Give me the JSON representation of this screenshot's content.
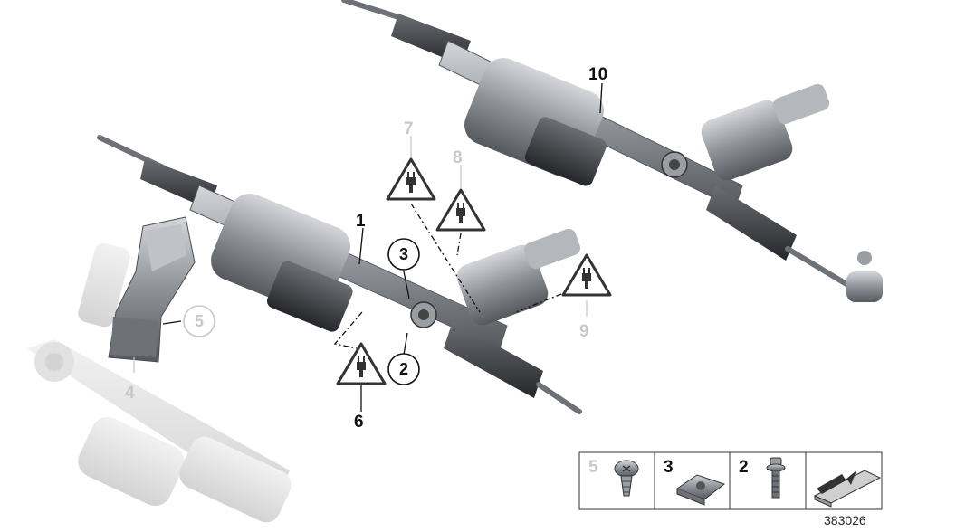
{
  "callouts": {
    "n1": "1",
    "n2": "2",
    "n3": "3",
    "n4": "4",
    "n5": "5",
    "n6": "6",
    "n7": "7",
    "n8": "8",
    "n9": "9",
    "n10": "10"
  },
  "legend": {
    "items": [
      {
        "label": "5",
        "icon": "torx-screw-icon"
      },
      {
        "label": "3",
        "icon": "clip-nut-icon"
      },
      {
        "label": "2",
        "icon": "bolt-icon"
      },
      {
        "label": "",
        "icon": "filler-arrow-icon"
      }
    ]
  },
  "caption": "383026",
  "colors": {
    "line": "#111111",
    "faded": "#c8c8c8",
    "part_body": "#8c9096",
    "part_dark": "#3a3c40",
    "ghost": "#e2e2e2"
  }
}
